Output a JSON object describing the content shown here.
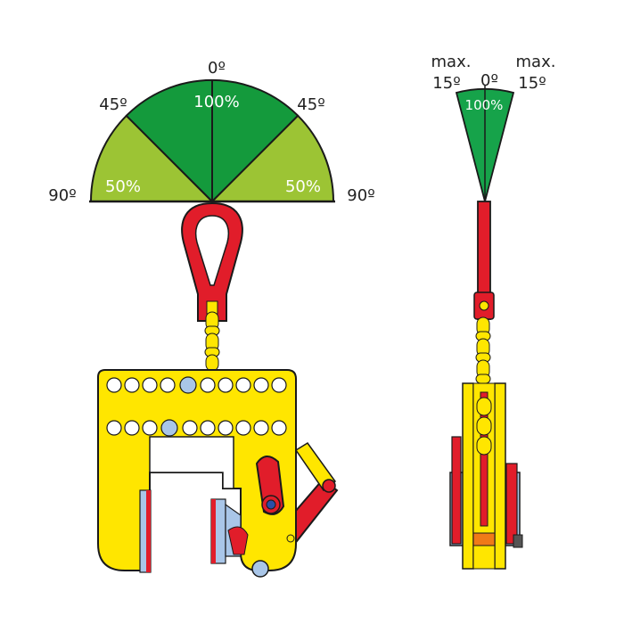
{
  "front_view": {
    "angle_top": "0º",
    "angle_45_left": "45º",
    "angle_45_right": "45º",
    "angle_90_left": "90º",
    "angle_90_right": "90º",
    "capacity_center": "100%",
    "capacity_left": "50%",
    "capacity_right": "50%"
  },
  "side_view": {
    "max_left_line1": "max.",
    "max_left_line2": "15º",
    "max_right_line1": "max.",
    "max_right_line2": "15º",
    "angle_center": "0º",
    "capacity_center": "100%"
  },
  "colors": {
    "dark_green": "#149a3c",
    "light_green": "#9cc434",
    "side_green": "#16a34a",
    "red": "#e11d2a",
    "yellow": "#ffe600",
    "light_blue": "#a9c6e8",
    "outline": "#1a1a1a"
  }
}
